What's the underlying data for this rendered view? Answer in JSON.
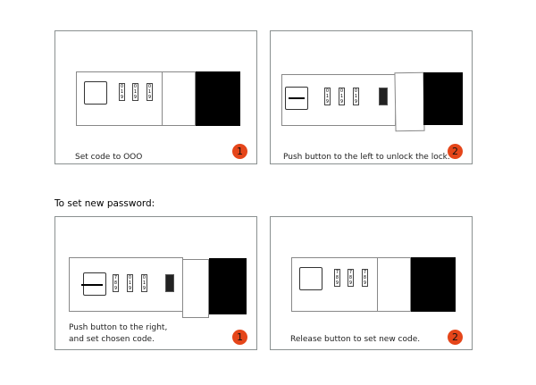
{
  "section_title": "To set new password:",
  "panels": [
    {
      "caption": "Set code to OOO",
      "step": "1"
    },
    {
      "caption": "Push button to the left to unlock the lock.",
      "step": "2"
    },
    {
      "caption_line1": "Push button to the right,",
      "caption_line2": "and set chosen code.",
      "step": "1"
    },
    {
      "caption": "Release button to set new code.",
      "step": "2"
    }
  ],
  "colors": {
    "badge": "#e5461a",
    "border": "#8a9090"
  }
}
